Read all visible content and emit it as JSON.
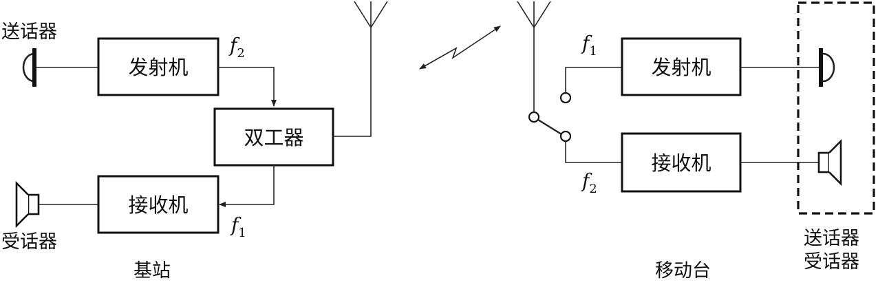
{
  "base_station": {
    "caption": "基站",
    "transmitter": "发射机",
    "duplexer": "双工器",
    "receiver": "接收机",
    "mic_label": "送话器",
    "speaker_label": "受话器",
    "tx_freq": {
      "f": "f",
      "sub": "2"
    },
    "rx_freq": {
      "f": "f",
      "sub": "1"
    }
  },
  "mobile_station": {
    "caption": "移动台",
    "transmitter": "发射机",
    "receiver": "接收机",
    "handset_label_line1": "送话器",
    "handset_label_line2": "受话器",
    "tx_freq": {
      "f": "f",
      "sub": "1"
    },
    "rx_freq": {
      "f": "f",
      "sub": "2"
    }
  }
}
